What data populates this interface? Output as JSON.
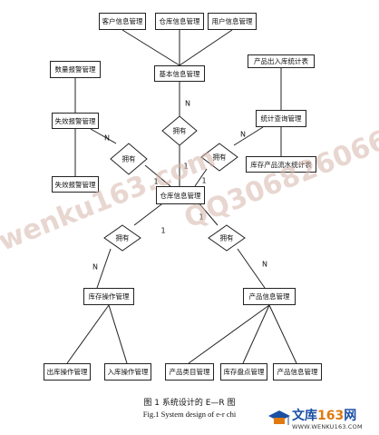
{
  "entities": {
    "customer_info_mgmt": "客户信息管理",
    "warehouse_info_mgmt": "仓库信息管理",
    "user_info_mgmt": "用户信息管理",
    "basic_info_mgmt": "基本信息管理",
    "quantity_alarm_mgmt": "数量报警管理",
    "expiry_alarm_mgmt": "失效报警管理",
    "expiry_alarm_mgmt_2": "失效报警管理",
    "product_io_stats": "产品出入库统计表",
    "stats_query_mgmt": "统计查询管理",
    "stock_flow_stats": "库存产品流水统计表",
    "warehouse_info_mgmt_center": "仓库信息管理",
    "stock_operation_mgmt": "库存操作管理",
    "product_info_mgmt": "产品信息管理",
    "outbound_mgmt": "出库操作管理",
    "inbound_mgmt": "入库操作管理",
    "product_category_mgmt": "产品类目管理",
    "stock_check_mgmt": "库存盘点管理",
    "product_info_mgmt_2": "产品信息管理"
  },
  "relations": {
    "has_top": "拥有",
    "has_left": "拥有",
    "has_right": "拥有",
    "has_bottom_left": "拥有",
    "has_bottom_right": "拥有"
  },
  "cardinalities": {
    "n_top": "N",
    "one_top": "1",
    "n_left": "N",
    "one_left": "1",
    "n_right": "N",
    "one_right": "1",
    "one_bl": "1",
    "n_bl": "N",
    "one_br": "1",
    "n_br": "N"
  },
  "caption": {
    "cn": "图 1  系统设计的 E—R 图",
    "en": "Fig.1 System design of e-r chi"
  },
  "watermark": {
    "left": "wenku163.com",
    "right": "QQ306826066"
  },
  "logo": {
    "brand": "文库",
    "number": "163",
    "suffix": "网",
    "url": "WWW.WENKU163.COM"
  }
}
